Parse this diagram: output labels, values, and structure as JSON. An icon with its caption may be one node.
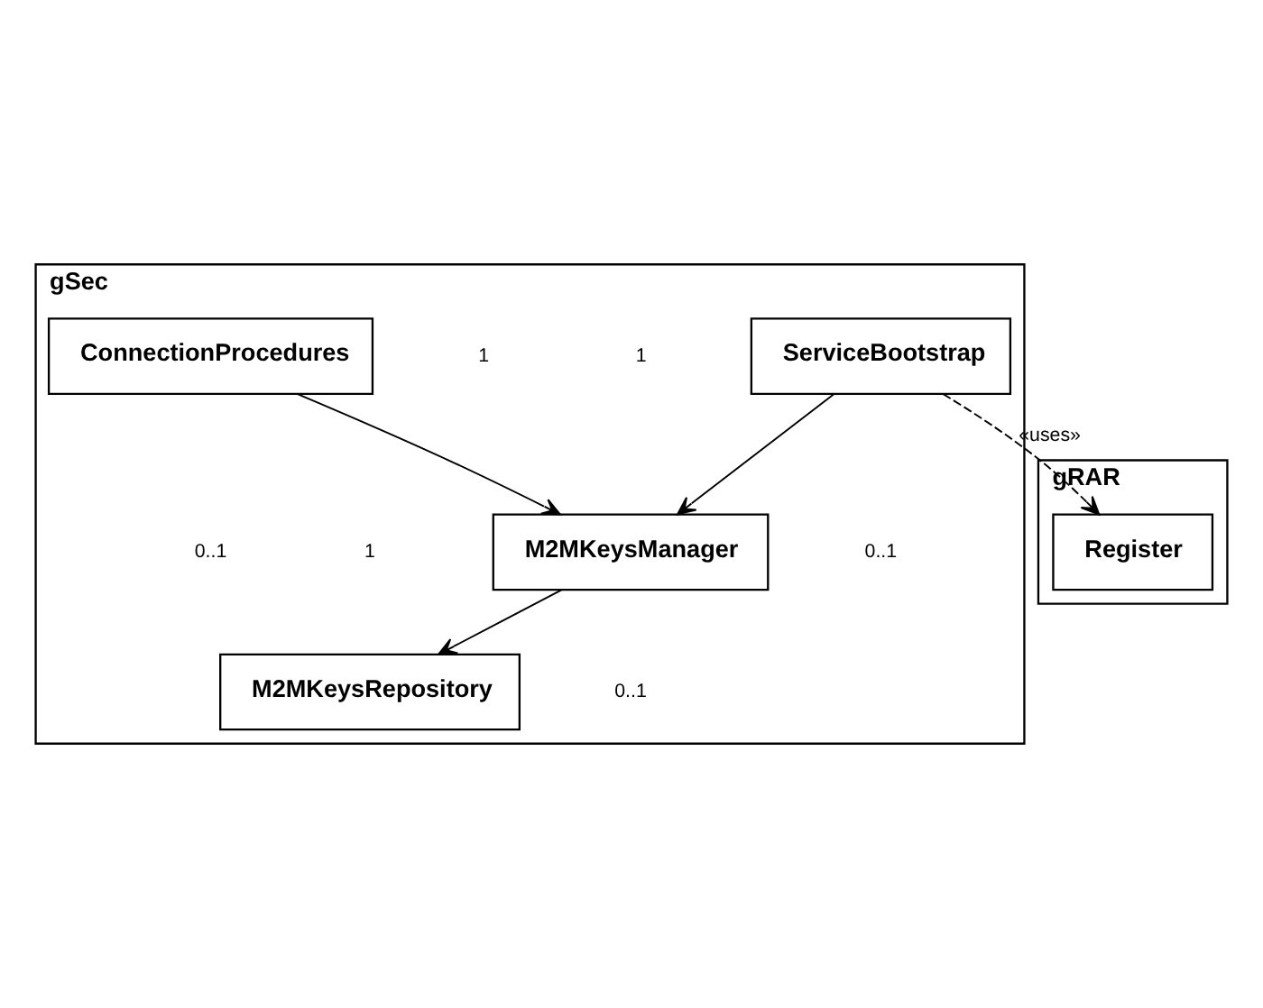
{
  "diagram": {
    "nodes": [
      {
        "text": [
          "gSec"
        ]
      },
      {
        "text": [
          "ServiceBootstrap"
        ],
        "in": 0
      },
      {
        "text": [
          "ConnectionProcedures"
        ],
        "in": 0
      },
      {
        "text": [
          "M2MKeysManager"
        ],
        "in": 0
      },
      {
        "text": [
          "M2MKeysRepository"
        ],
        "in": 0
      },
      {
        "text": [
          "gRAR"
        ]
      },
      {
        "text": [
          "Register"
        ],
        "in": 5
      }
    ],
    "edges": [
      {
        "from": 1,
        "to": 3,
        "arrow": "to"
      },
      {
        "from": 2,
        "to": 3,
        "arrow": "to"
      },
      {
        "from": 3,
        "to": 4,
        "arrow": "to"
      },
      {
        "from": 1,
        "to": 6,
        "arrow": "to",
        "label": "«uses»",
        "style": "dashed"
      }
    ],
    "labels": [
      "0..1",
      "0..1",
      "1",
      "1",
      "1",
      "0..1"
    ]
  }
}
